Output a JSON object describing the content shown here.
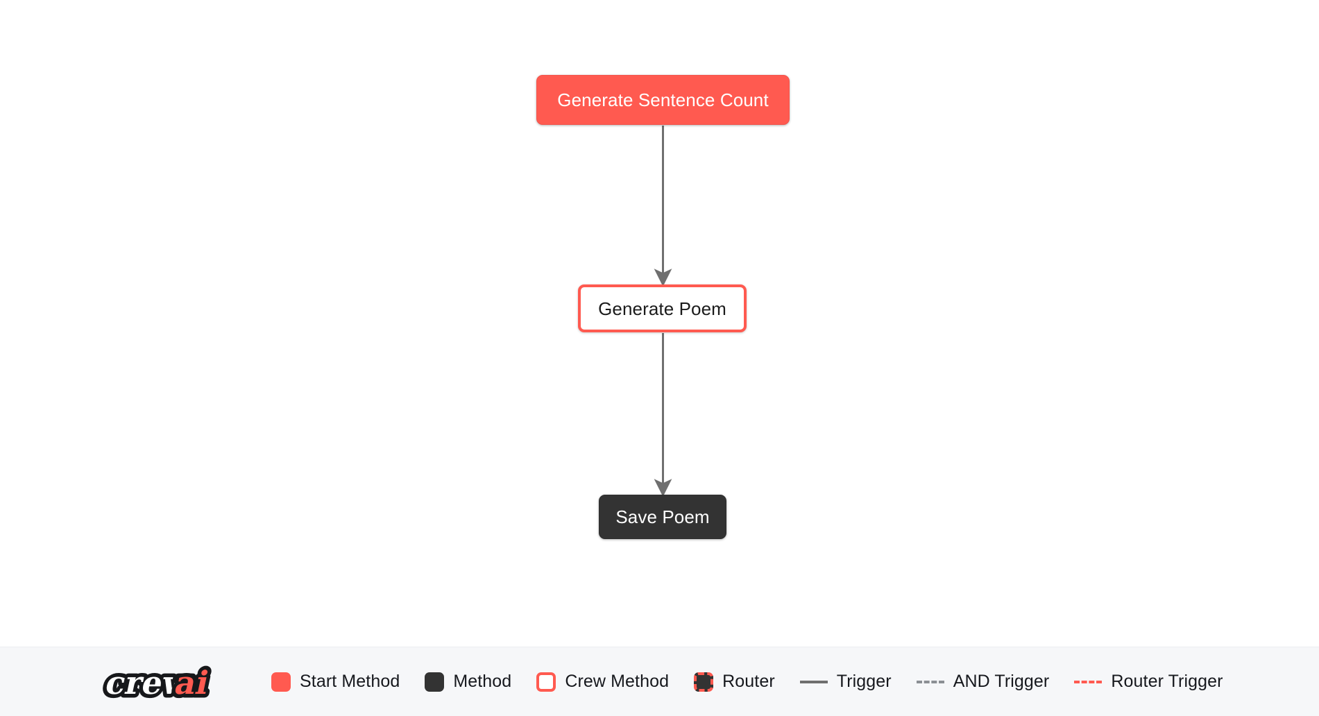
{
  "canvas": {
    "background": "#ffffff",
    "nodes": [
      {
        "id": "generate-sentence-count",
        "label": "Generate Sentence Count",
        "type": "start-method",
        "fill": "#FF5A50",
        "text_color": "#ffffff"
      },
      {
        "id": "generate-poem",
        "label": "Generate Poem",
        "type": "crew-method",
        "fill": "#ffffff",
        "border_color": "#FF5A50",
        "text_color": "#1b1b1b"
      },
      {
        "id": "save-poem",
        "label": "Save Poem",
        "type": "method",
        "fill": "#333333",
        "text_color": "#ffffff"
      }
    ],
    "edges": [
      {
        "id": "edge-1",
        "from": "generate-sentence-count",
        "to": "generate-poem",
        "style": "trigger",
        "color": "#6f6f6f"
      },
      {
        "id": "edge-2",
        "from": "generate-poem",
        "to": "save-poem",
        "style": "trigger",
        "color": "#6f6f6f"
      }
    ]
  },
  "legend": {
    "logo": {
      "text_primary": "crew",
      "text_accent": "ai",
      "accent_color": "#FF5A50"
    },
    "items": [
      {
        "id": "start-method",
        "label": "Start Method",
        "marker": "swatch",
        "color": "#FF5A50"
      },
      {
        "id": "method",
        "label": "Method",
        "marker": "swatch",
        "color": "#333333"
      },
      {
        "id": "crew-method",
        "label": "Crew Method",
        "marker": "swatch-outline",
        "color": "#ffffff",
        "border_color": "#FF5A50"
      },
      {
        "id": "router",
        "label": "Router",
        "marker": "swatch-dashed",
        "color": "#333333",
        "border_color": "#FF5A50"
      },
      {
        "id": "trigger",
        "label": "Trigger",
        "marker": "line-solid",
        "color": "#6f6f6f"
      },
      {
        "id": "and-trigger",
        "label": "AND Trigger",
        "marker": "line-dashed",
        "color": "#8b8f94"
      },
      {
        "id": "router-trigger",
        "label": "Router Trigger",
        "marker": "line-dashed",
        "color": "#FF5A50"
      }
    ]
  }
}
